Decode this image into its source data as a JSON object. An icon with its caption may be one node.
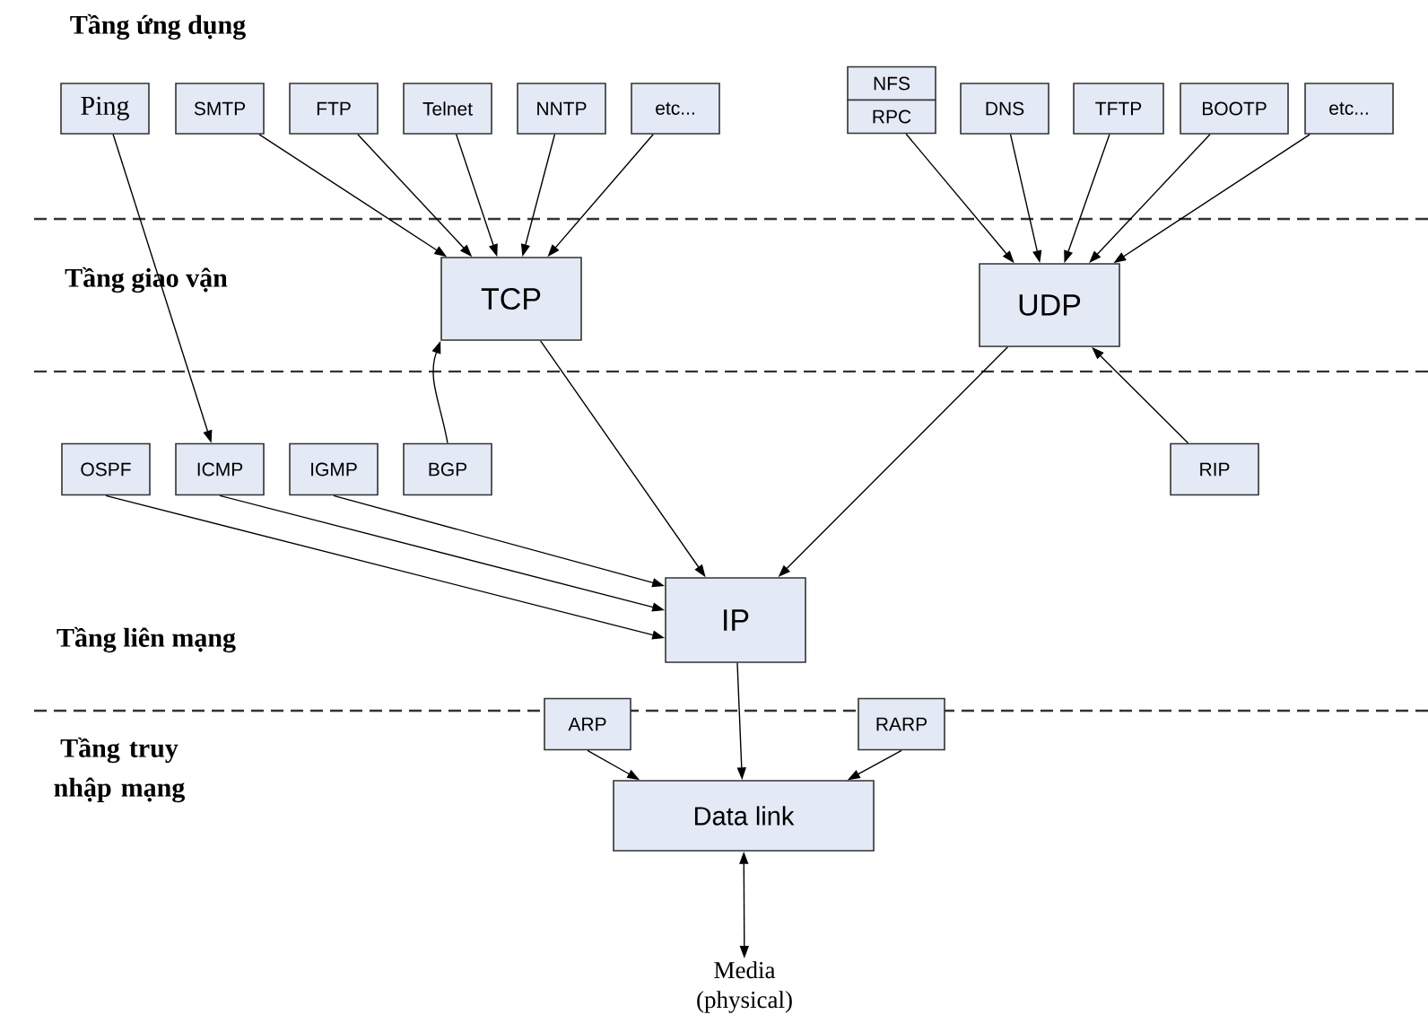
{
  "diagram": {
    "nodes": [
      {
        "text": [
          "Ping"
        ]
      },
      {
        "text": [
          "SMTP"
        ]
      },
      {
        "text": [
          "FTP"
        ]
      },
      {
        "text": [
          "Telnet"
        ]
      },
      {
        "text": [
          "NNTP"
        ]
      },
      {
        "text": [
          "etc..."
        ]
      },
      {
        "text": [
          "NFS"
        ]
      },
      {
        "text": [
          "RPC"
        ]
      },
      {
        "text": [
          "DNS"
        ]
      },
      {
        "text": [
          "TFTP"
        ]
      },
      {
        "text": [
          "BOOTP"
        ]
      },
      {
        "text": [
          "etc..."
        ]
      },
      {
        "text": [
          "TCP"
        ]
      },
      {
        "text": [
          "UDP"
        ]
      },
      {
        "text": [
          "OSPF"
        ]
      },
      {
        "text": [
          "ICMP"
        ]
      },
      {
        "text": [
          "IGMP"
        ]
      },
      {
        "text": [
          "BGP"
        ]
      },
      {
        "text": [
          "RIP"
        ]
      },
      {
        "text": [
          "IP"
        ]
      },
      {
        "text": [
          "ARP"
        ]
      },
      {
        "text": [
          "RARP"
        ]
      },
      {
        "text": [
          "Data link"
        ]
      },
      {
        "text": [
          "Media (physical)"
        ]
      }
    ],
    "edges": [
      {
        "from": 0,
        "to": 15,
        "arrow": "to"
      },
      {
        "from": 1,
        "to": 12,
        "arrow": "to"
      },
      {
        "from": 2,
        "to": 12,
        "arrow": "to"
      },
      {
        "from": 3,
        "to": 12,
        "arrow": "to"
      },
      {
        "from": 4,
        "to": 12,
        "arrow": "to"
      },
      {
        "from": 5,
        "to": 12,
        "arrow": "to"
      },
      {
        "from": 17,
        "to": 12,
        "arrow": "to"
      },
      {
        "from": 7,
        "to": 13,
        "arrow": "to"
      },
      {
        "from": 8,
        "to": 13,
        "arrow": "to"
      },
      {
        "from": 9,
        "to": 13,
        "arrow": "to"
      },
      {
        "from": 10,
        "to": 13,
        "arrow": "to"
      },
      {
        "from": 11,
        "to": 13,
        "arrow": "to"
      },
      {
        "from": 18,
        "to": 13,
        "arrow": "to"
      },
      {
        "from": 12,
        "to": 19,
        "arrow": "to"
      },
      {
        "from": 13,
        "to": 19,
        "arrow": "to"
      },
      {
        "from": 14,
        "to": 19,
        "arrow": "to"
      },
      {
        "from": 15,
        "to": 19,
        "arrow": "to"
      },
      {
        "from": 16,
        "to": 19,
        "arrow": "to"
      },
      {
        "from": 19,
        "to": 22,
        "arrow": "to"
      },
      {
        "from": 20,
        "to": 22,
        "arrow": "to"
      },
      {
        "from": 21,
        "to": 22,
        "arrow": "to"
      },
      {
        "from": 22,
        "to": 23,
        "arrow": "both"
      }
    ],
    "labels": [
      "Tầng ứng dụng",
      "Tầng giao vận",
      "Tầng liên mạng",
      "Tầng truy nhập mạng"
    ]
  }
}
